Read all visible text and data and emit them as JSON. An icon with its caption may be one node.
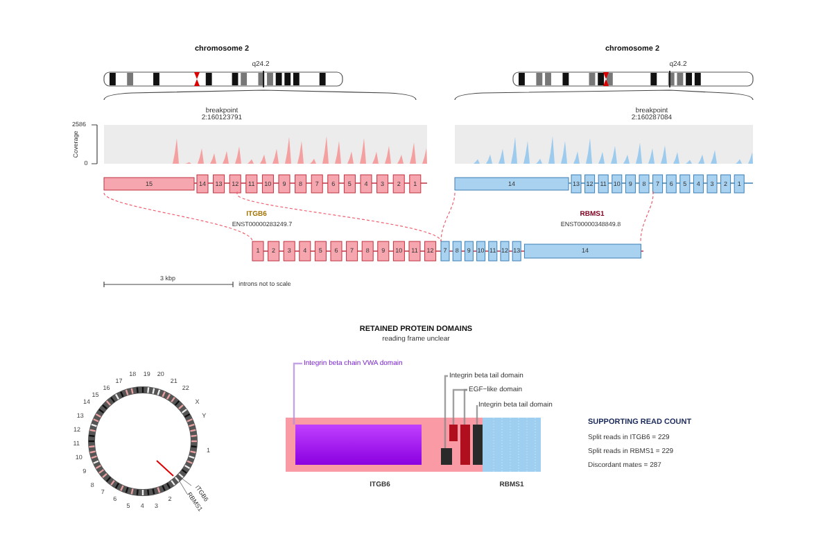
{
  "diagram": {
    "title": "RETAINED PROTEIN DOMAINS",
    "nodes": [
      {
        "text": [
          "Integrin beta chain VWA domain"
        ]
      },
      {
        "text": [
          "Integrin beta tail domain"
        ]
      },
      {
        "text": [
          "EGF−like domain"
        ]
      },
      {
        "text": [
          "Integrin beta tail domain"
        ]
      },
      {
        "text": [],
        "shape": "box"
      },
      {
        "text": [],
        "shape": "box"
      },
      {
        "text": [],
        "shape": "box"
      },
      {
        "text": [],
        "shape": "box"
      },
      {
        "text": [],
        "shape": "box"
      }
    ],
    "edges": [
      {
        "from": 0,
        "to": 4,
        "arrow": "none",
        "color": "#b58be0"
      },
      {
        "from": 1,
        "to": 5,
        "arrow": "none"
      },
      {
        "from": 2,
        "to": 6,
        "arrow": "none"
      },
      {
        "from": 2,
        "to": 7,
        "arrow": "none"
      },
      {
        "from": 3,
        "to": 8,
        "arrow": "none"
      }
    ],
    "labels": [
      "chromosome 2",
      "chromosome 2",
      "q24.2",
      "q24.2",
      "breakpoint 2:160123791",
      "breakpoint 2:160287084",
      "2586",
      "Coverage",
      "0",
      "15",
      "14",
      "13",
      "12",
      "11",
      "10",
      "9",
      "8",
      "7",
      "6",
      "5",
      "4",
      "3",
      "2",
      "1",
      "14",
      "13",
      "12",
      "11",
      "10",
      "9",
      "8",
      "7",
      "6",
      "5",
      "4",
      "3",
      "2",
      "1",
      "ITGB6",
      "RBMS1",
      "ENST00000283249.7",
      "ENST00000348849.8",
      "1",
      "2",
      "3",
      "4",
      "5",
      "6",
      "7",
      "8",
      "9",
      "10",
      "11",
      "12",
      "7",
      "8",
      "9",
      "10",
      "11",
      "12",
      "13",
      "14",
      "3 kbp",
      "introns not to scale",
      "reading frame unclear",
      "18",
      "19",
      "20",
      "17",
      "21",
      "16",
      "22",
      "15",
      "14",
      "X",
      "13",
      "Y",
      "12",
      "11",
      "1",
      "10",
      "9",
      "8",
      "7",
      "6",
      "2",
      "5",
      "4",
      "3",
      "ITGB6",
      "RBMS1",
      "ITGB6",
      "RBMS1",
      "SUPPORTING READ COUNT",
      "Split reads in ITGB6 = 229",
      "Split reads in RBMS1 = 229",
      "Discordant mates = 287"
    ]
  }
}
